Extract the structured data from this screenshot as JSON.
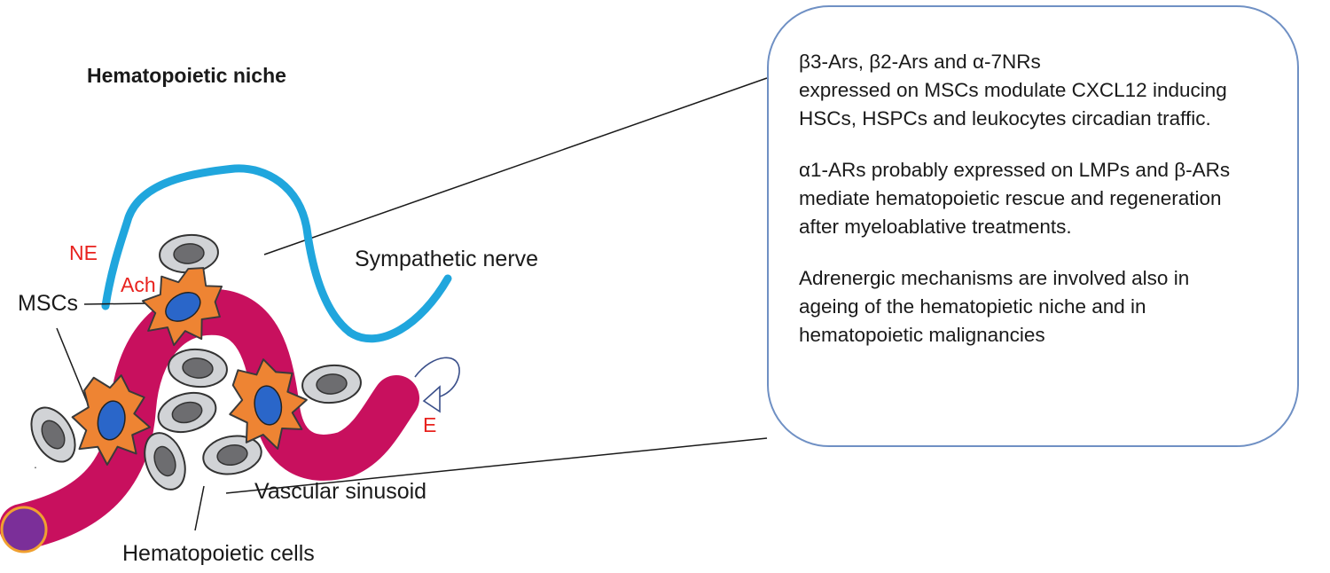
{
  "title": "Hematopoietic niche",
  "labels": {
    "ne": "NE",
    "ach": "Ach",
    "e": "E",
    "mscs": "MSCs",
    "sympathetic_nerve": "Sympathetic nerve",
    "vascular_sinusoid": "Vascular sinusoid",
    "hematopoietic_cells": "Hematopoietic cells"
  },
  "info": {
    "p1_line1": "β3-Ars, β2-Ars and α-7NRs",
    "p1_line2": "expressed on MSCs modulate CXCL12 inducing",
    "p1_line3": "HSCs, HSPCs  and leukocytes circadian traffic.",
    "p2_line1": "α1-ARs probably expressed on LMPs and β-ARs",
    "p2_line2": "mediate hematopoietic rescue and regeneration",
    "p2_line3": "after myeloablative treatments.",
    "p3_line1": "Adrenergic mechanisms are involved also in",
    "p3_line2": "ageing of the hematopietic niche and in",
    "p3_line3": "hematopoietic malignancies"
  },
  "colors": {
    "nerve": "#20a6dd",
    "sinusoid": "#c8105e",
    "msc": "#ee8433",
    "msc_nucleus": "#2a66c9",
    "cell_fill": "#d1d3d6",
    "cell_nucleus": "#6d6d70",
    "box_border": "#6f90c4",
    "text_red": "#e8221e",
    "sinus_end": "#7b2f99"
  }
}
